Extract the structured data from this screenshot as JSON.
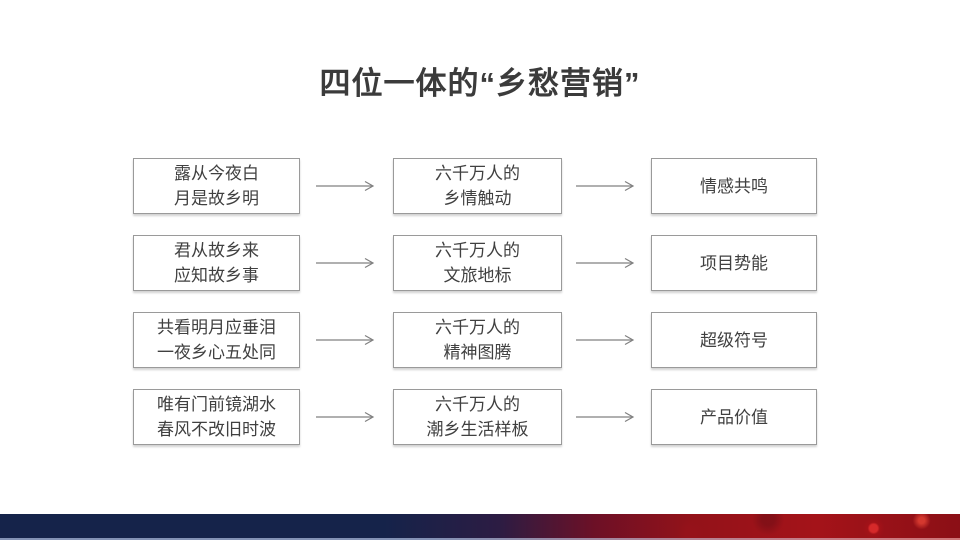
{
  "title": "四位一体的“乡愁营销”",
  "colors": {
    "title_text": "#3b3b3b",
    "box_border": "#9a9a9a",
    "box_text": "#404040",
    "arrow": "#808080",
    "band_navy": "#15234a",
    "band_red": "#9c1119"
  },
  "rows": [
    {
      "poem_line1": "露从今夜白",
      "poem_line2": "月是故乡明",
      "mid_line1": "六千万人的",
      "mid_line2": "乡情触动",
      "value": "情感共鸣"
    },
    {
      "poem_line1": "君从故乡来",
      "poem_line2": "应知故乡事",
      "mid_line1": "六千万人的",
      "mid_line2": "文旅地标",
      "value": "项目势能"
    },
    {
      "poem_line1": "共看明月应垂泪",
      "poem_line2": "一夜乡心五处同",
      "mid_line1": "六千万人的",
      "mid_line2": "精神图腾",
      "value": "超级符号"
    },
    {
      "poem_line1": "唯有门前镜湖水",
      "poem_line2": "春风不改旧时波",
      "mid_line1": "六千万人的",
      "mid_line2": "潮乡生活样板",
      "value": "产品价值"
    }
  ]
}
